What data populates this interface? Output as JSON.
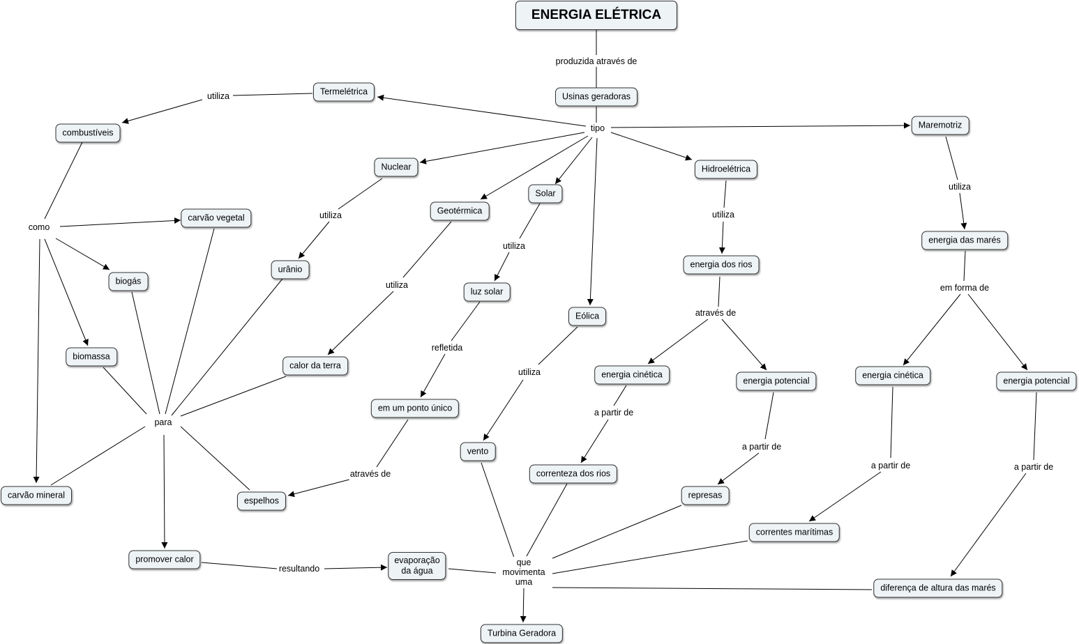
{
  "nodes": {
    "energia_eletrica": "ENERGIA ELÉTRICA",
    "usinas": "Usinas geradoras",
    "termeletrica": "Termelétrica",
    "combustiveis": "combustíveis",
    "carvao_vegetal": "carvão vegetal",
    "biogas": "biogás",
    "biomassa": "biomassa",
    "carvao_mineral": "carvão mineral",
    "nuclear": "Nuclear",
    "uranio": "urânio",
    "geotermica": "Geotérmica",
    "calor_terra": "calor da terra",
    "solar": "Solar",
    "luz_solar": "luz solar",
    "ponto_unico": "em um ponto único",
    "espelhos": "espelhos",
    "promover_calor": "promover calor",
    "evaporacao": "evaporação\nda água",
    "eolica": "Eólica",
    "vento": "vento",
    "hidroeletrica": "Hidroelétrica",
    "energia_rios": "energia dos rios",
    "cinetica_h": "energia cinética",
    "potencial_h": "energia potencial",
    "correnteza": "correnteza dos rios",
    "represas": "represas",
    "maremotriz": "Maremotriz",
    "energia_mares": "energia das marés",
    "cinetica_m": "energia cinética",
    "potencial_m": "energia potencial",
    "correntes": "correntes marítimas",
    "diferenca": "diferença de altura das marés",
    "turbina": "Turbina Geradora"
  },
  "labels": {
    "produzida": "produzida através de",
    "tipo": "tipo",
    "utiliza_term": "utiliza",
    "como": "como",
    "para": "para",
    "utiliza_nuc": "utiliza",
    "utiliza_geo": "utiliza",
    "utiliza_sol": "utiliza",
    "refletida": "refletida",
    "atraves_sol": "através de",
    "resultando": "resultando",
    "utiliza_eol": "utiliza",
    "que_movimenta": "que\nmovimenta\numa",
    "utiliza_hid": "utiliza",
    "atraves_hid": "através de",
    "apartir_h1": "a partir de",
    "apartir_h2": "a partir de",
    "utiliza_mar": "utiliza",
    "em_forma": "em forma de",
    "apartir_m1": "a partir de",
    "apartir_m2": "a partir de"
  }
}
